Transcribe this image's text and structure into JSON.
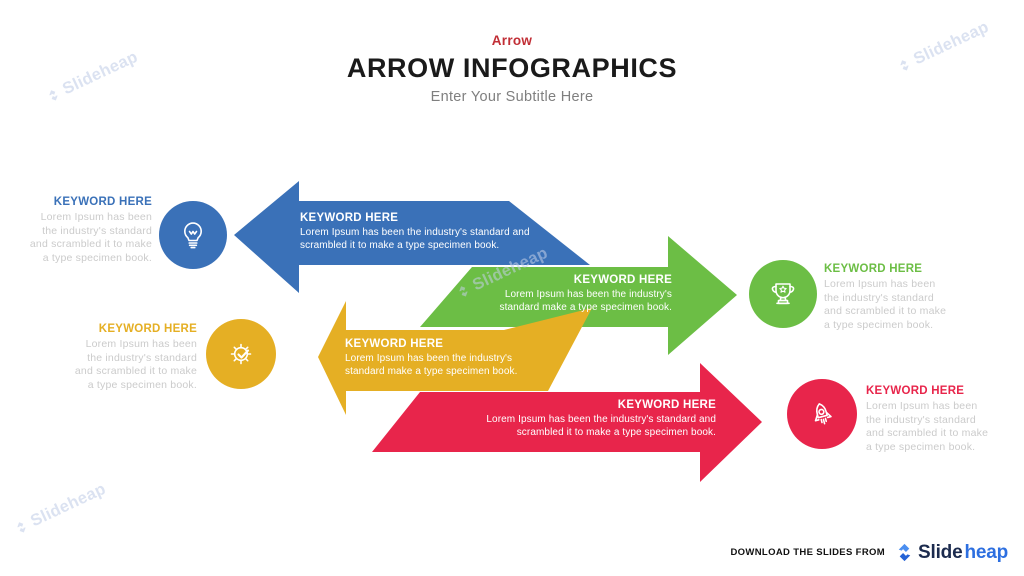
{
  "title": {
    "eyebrow": "Arrow",
    "main": "ARROW INFOGRAPHICS",
    "subtitle": "Enter Your Subtitle Here"
  },
  "steps": [
    {
      "name": "idea",
      "color": "#3A71B8",
      "icon": "lightbulb-icon",
      "arrow_keyword": "KEYWORD HERE",
      "arrow_text": "Lorem Ipsum has been the industry's standard and\nscrambled it to make a type  specimen book.",
      "side_keyword": "KEYWORD HERE",
      "side_text": "Lorem Ipsum has been\nthe industry's standard\nand scrambled it to make\na type specimen book."
    },
    {
      "name": "success",
      "color": "#6CBE45",
      "icon": "trophy-icon",
      "arrow_keyword": "KEYWORD HERE",
      "arrow_text": "Lorem Ipsum has been the industry's\nstandard make a type  specimen book.",
      "side_keyword": "KEYWORD HERE",
      "side_text": "Lorem Ipsum has been\nthe industry's standard\nand scrambled it to make\na type specimen book."
    },
    {
      "name": "process",
      "color": "#E5AF24",
      "icon": "gear-icon",
      "arrow_keyword": "KEYWORD HERE",
      "arrow_text": "Lorem Ipsum has been the industry's\nstandard make a type  specimen book.",
      "side_keyword": "KEYWORD HERE",
      "side_text": "Lorem Ipsum has been\nthe industry's standard\nand scrambled it to make\na type specimen book."
    },
    {
      "name": "launch",
      "color": "#E8254B",
      "icon": "rocket-icon",
      "arrow_keyword": "KEYWORD HERE",
      "arrow_text": "Lorem Ipsum has been the industry's standard and\nscrambled it to make a type  specimen book.",
      "side_keyword": "KEYWORD HERE",
      "side_text": "Lorem Ipsum has been\nthe industry's standard\nand scrambled it to make\na type specimen book."
    }
  ],
  "footer": {
    "label": "DOWNLOAD THE SLIDES FROM",
    "brand": {
      "part1": "Slide",
      "part2": "heap"
    }
  },
  "watermark": "Slideheap",
  "colors": {
    "title_accent": "#C12E35",
    "subtitle_gray": "#7F7F7F",
    "muted_text": "#CBCBCB",
    "brand_dark": "#1C2B4E",
    "brand_blue": "#2D6FE0",
    "watermark": "#C4D0E8"
  }
}
